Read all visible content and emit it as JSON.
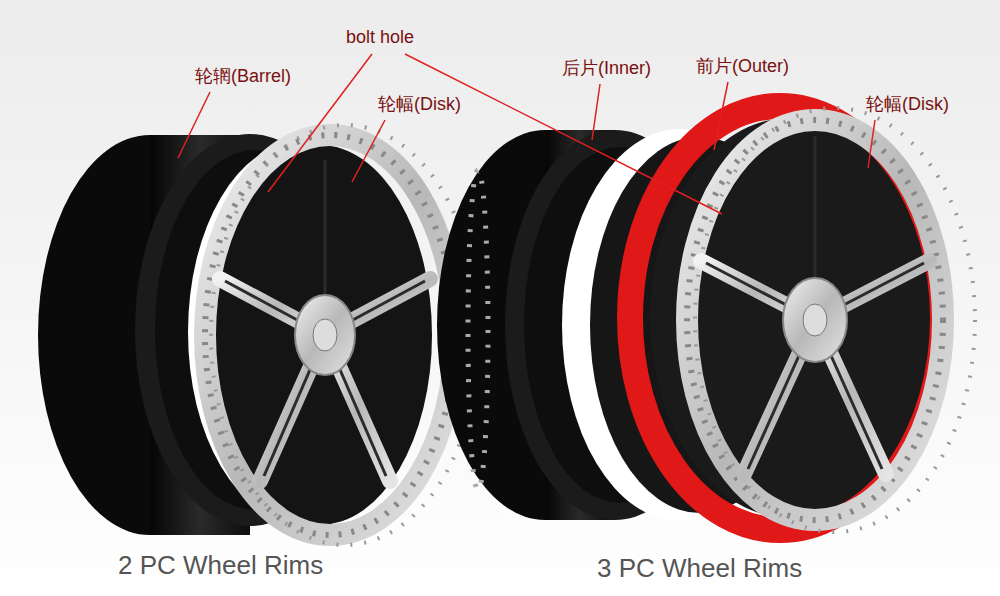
{
  "diagram": {
    "labels": [
      "轮辋(Barrel)",
      "bolt hole",
      "轮幅(Disk)",
      "后片(Inner)",
      "前片(Outer)",
      "轮幅(Disk)",
      "2 PC Wheel Rims",
      "3 PC Wheel Rims"
    ]
  }
}
